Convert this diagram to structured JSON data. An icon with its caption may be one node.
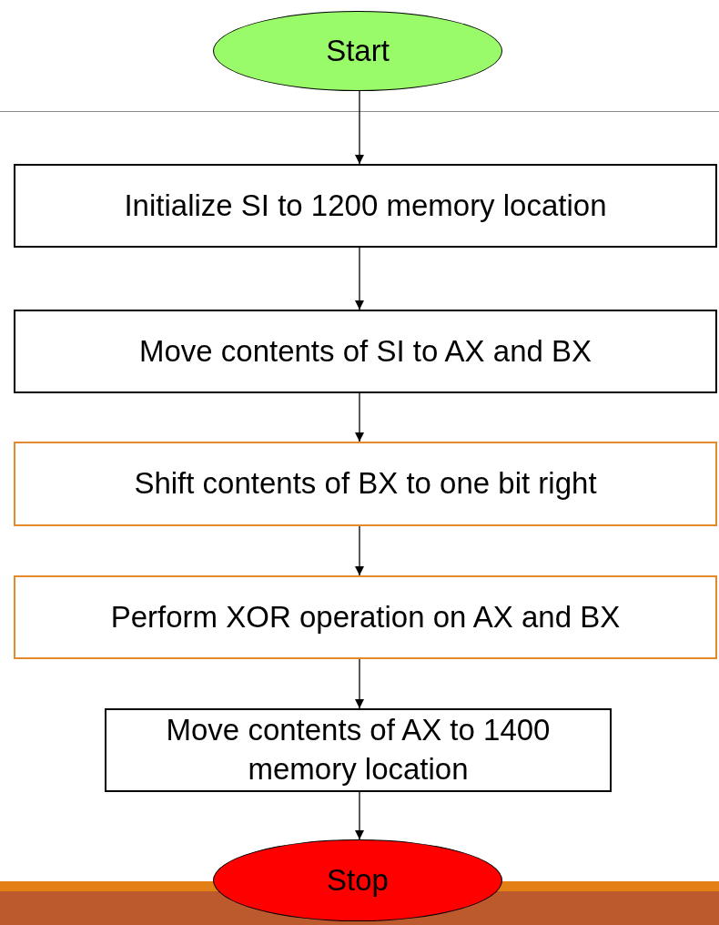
{
  "diagram": {
    "nodes": [
      {
        "text": [
          "Start"
        ]
      },
      {
        "text": [
          "Initialize SI to 1200 memory location"
        ]
      },
      {
        "text": [
          "Move contents of SI to AX and BX"
        ]
      },
      {
        "text": [
          "Shift contents of BX to one  bit right"
        ]
      },
      {
        "text": [
          "Perform XOR operation on AX and BX"
        ]
      },
      {
        "text": [
          "Move contents of AX to 1400 memory location"
        ]
      },
      {
        "text": [
          "Stop"
        ]
      }
    ],
    "edges": [
      {
        "from": 0,
        "to": 1,
        "arrow": "to"
      },
      {
        "from": 1,
        "to": 2,
        "arrow": "to"
      },
      {
        "from": 2,
        "to": 3,
        "arrow": "to"
      },
      {
        "from": 3,
        "to": 4,
        "arrow": "to"
      },
      {
        "from": 4,
        "to": 5,
        "arrow": "to"
      },
      {
        "from": 5,
        "to": 6,
        "arrow": "to"
      }
    ]
  }
}
